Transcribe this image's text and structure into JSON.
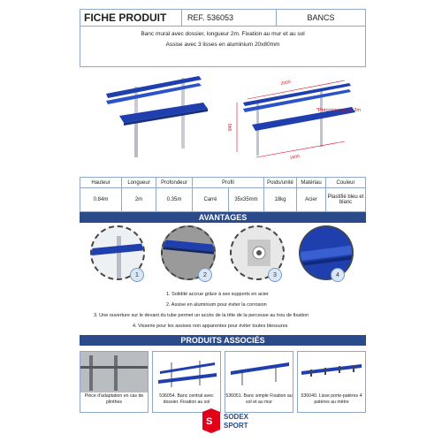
{
  "header": {
    "title": "FICHE PRODUIT",
    "ref": "REF. 536053",
    "category": "BANCS"
  },
  "description": {
    "line1": "Banc mural avec dossier, longueur 2m. Fixation au mur et au sol",
    "line2": "Assise avec 3 lisses en aluminium 20x80mm"
  },
  "drawing": {
    "dim_length": "2000",
    "dim_height": "840",
    "dim_depth": "1600",
    "note": "*Préconiser pour 2m"
  },
  "spec": {
    "headers": [
      "Hauteur",
      "Longueur",
      "Profondeur",
      "Profil",
      "Poids/unité",
      "Matériau",
      "Couleur"
    ],
    "values": [
      "0.84m",
      "2m",
      "0.35m",
      "Carré",
      "35x35mm",
      "18kg",
      "Acier",
      "Plastifié bleu et blanc"
    ]
  },
  "advantages": {
    "title": "AVANTAGES",
    "badges": [
      "1",
      "2",
      "3",
      "4"
    ],
    "items": [
      "1.  Solidité accrue grâce à ses supports en acier",
      "2.  Assise en aluminium pour éviter la corrosion",
      "3.  Une ouverture sur le devant du tube permet un accès de la tête de la perceuse au trou de fixation",
      "4.  Visserie pour les assises non apparentes pour éviter toutes blessures"
    ]
  },
  "related": {
    "title": "PRODUITS ASSOCIÉS",
    "items": [
      {
        "caption": "Pièce d'adaptation en cas de plinthes"
      },
      {
        "caption": "536054. Banc central avec dossier. Fixation au sol"
      },
      {
        "caption": "536051. Banc simple Fixation au sol et au mur"
      },
      {
        "caption": "536040. Lisse porte-patères 4 patères au mètre"
      }
    ]
  },
  "logo": {
    "line1": "SODEX",
    "line2": "SPORT"
  },
  "colors": {
    "brand": "#2b4a8a",
    "bench": "#1f3fae",
    "accent_red": "#e0001a"
  }
}
